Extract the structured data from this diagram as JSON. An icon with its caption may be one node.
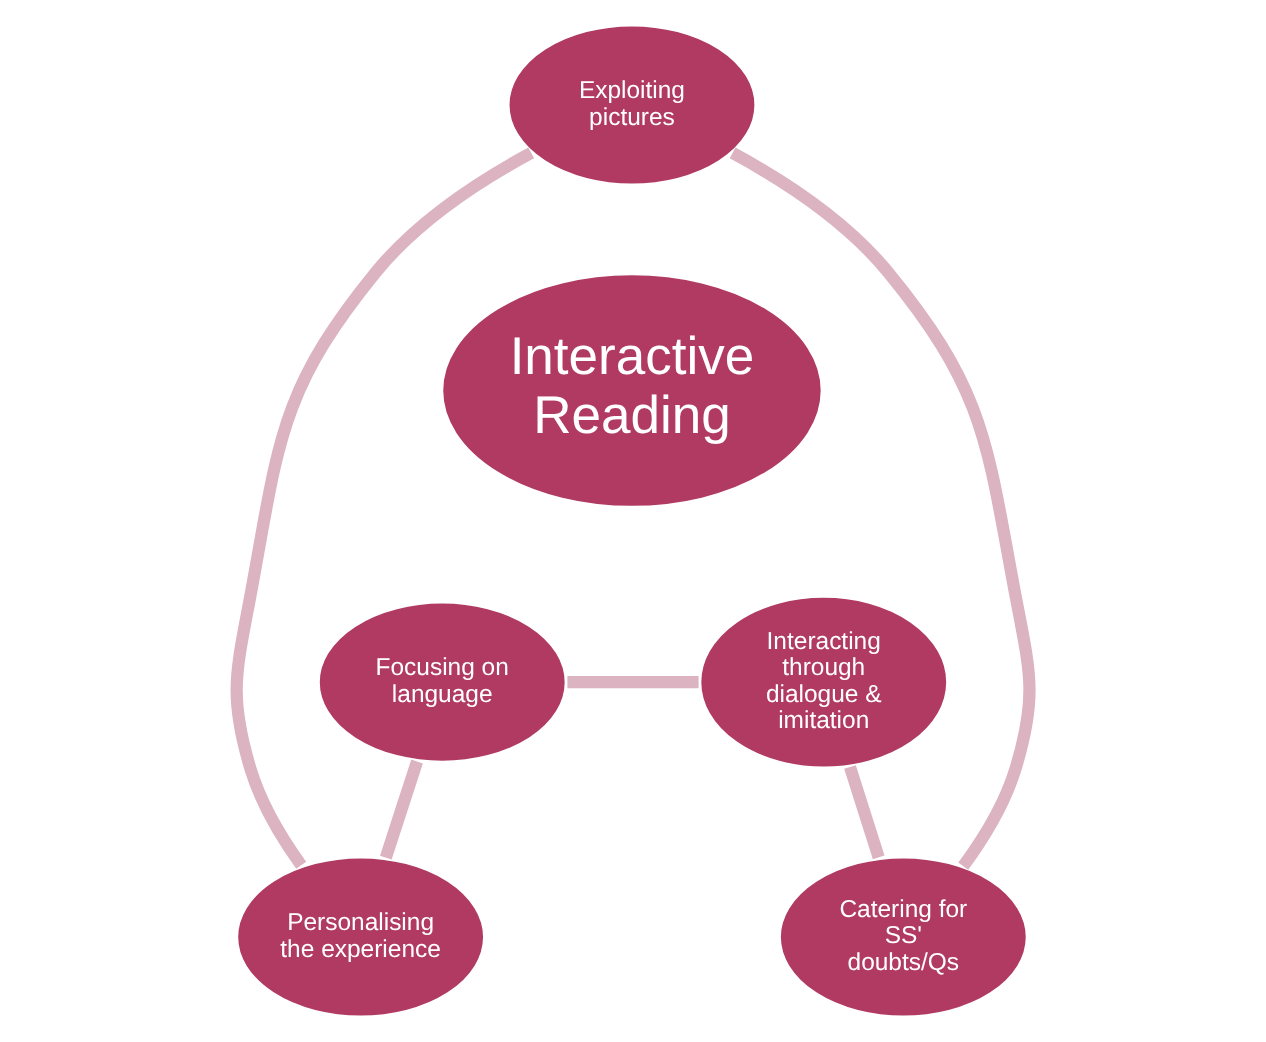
{
  "diagram": {
    "nodes": [
      {
        "text": [
          "Exploiting pictures"
        ]
      },
      {
        "text": [
          "Catering for SS' doubts/Qs"
        ]
      },
      {
        "text": [
          "Interactive Reading"
        ]
      },
      {
        "text": [
          "Personalising the experience"
        ]
      },
      {
        "text": [
          "Interacting through dialogue & imitation"
        ]
      },
      {
        "text": [
          "Focusing on language"
        ]
      }
    ],
    "edges": [
      {
        "from": 0,
        "to": 3,
        "arrow": "none"
      },
      {
        "from": 3,
        "to": 5,
        "arrow": "none"
      },
      {
        "from": 5,
        "to": 4,
        "arrow": "none"
      },
      {
        "from": 4,
        "to": 1,
        "arrow": "none"
      },
      {
        "from": 1,
        "to": 0,
        "arrow": "none"
      }
    ]
  }
}
